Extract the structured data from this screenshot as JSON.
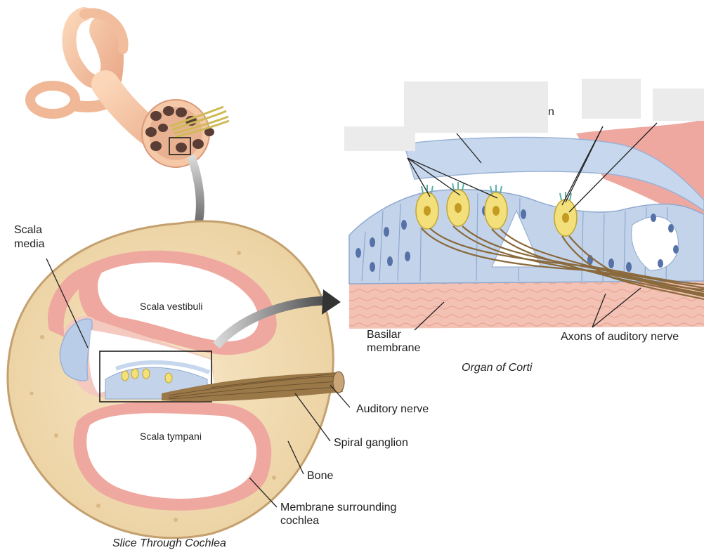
{
  "labels": {
    "scala_media_1": "Scala",
    "scala_media_2": "media",
    "scala_vestibuli": "Scala vestibuli",
    "scala_tympani": "Scala tympani",
    "basilar_1": "Basilar",
    "basilar_2": "membrane",
    "axons": "Axons of auditory nerve",
    "auditory_nerve": "Auditory nerve",
    "spiral_ganglion": "Spiral ganglion",
    "bone": "Bone",
    "membrane_1": "Membrane surrounding",
    "membrane_2": "cochlea",
    "partial_n": "n"
  },
  "captions": {
    "organ": "Organ of Corti",
    "slice": "Slice Through Cochlea"
  },
  "colors": {
    "bone": "#f3dfb8",
    "pink": "#efa8a0",
    "blue_cells": "#c3d4ea",
    "hair_cell": "#f3e07a",
    "nerve": "#8a6a3c",
    "mask": "#ececec"
  }
}
